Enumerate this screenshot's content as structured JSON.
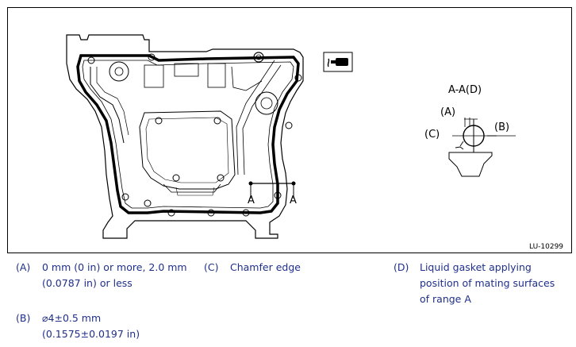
{
  "figure": {
    "section_title": "A-A(D)",
    "labels": {
      "a": "(A)",
      "b": "(B)",
      "c": "(C)"
    },
    "section_marks": {
      "left": "A",
      "right": "A"
    },
    "code": "LU-10299"
  },
  "legend": [
    {
      "key": "(A)",
      "lines": [
        "0 mm (0 in) or more, 2.0 mm",
        "(0.0787 in) or less"
      ]
    },
    {
      "key": "(C)",
      "lines": [
        "Chamfer edge"
      ]
    },
    {
      "key": "(D)",
      "lines": [
        "Liquid gasket applying",
        "position of mating surfaces",
        "of range A"
      ]
    },
    {
      "key": "(B)",
      "lines": [
        "⌀4±0.5 mm",
        "(0.1575±0.0197 in)"
      ]
    }
  ],
  "colors": {
    "legend_text": "#1f2f8a",
    "line": "#000000"
  }
}
